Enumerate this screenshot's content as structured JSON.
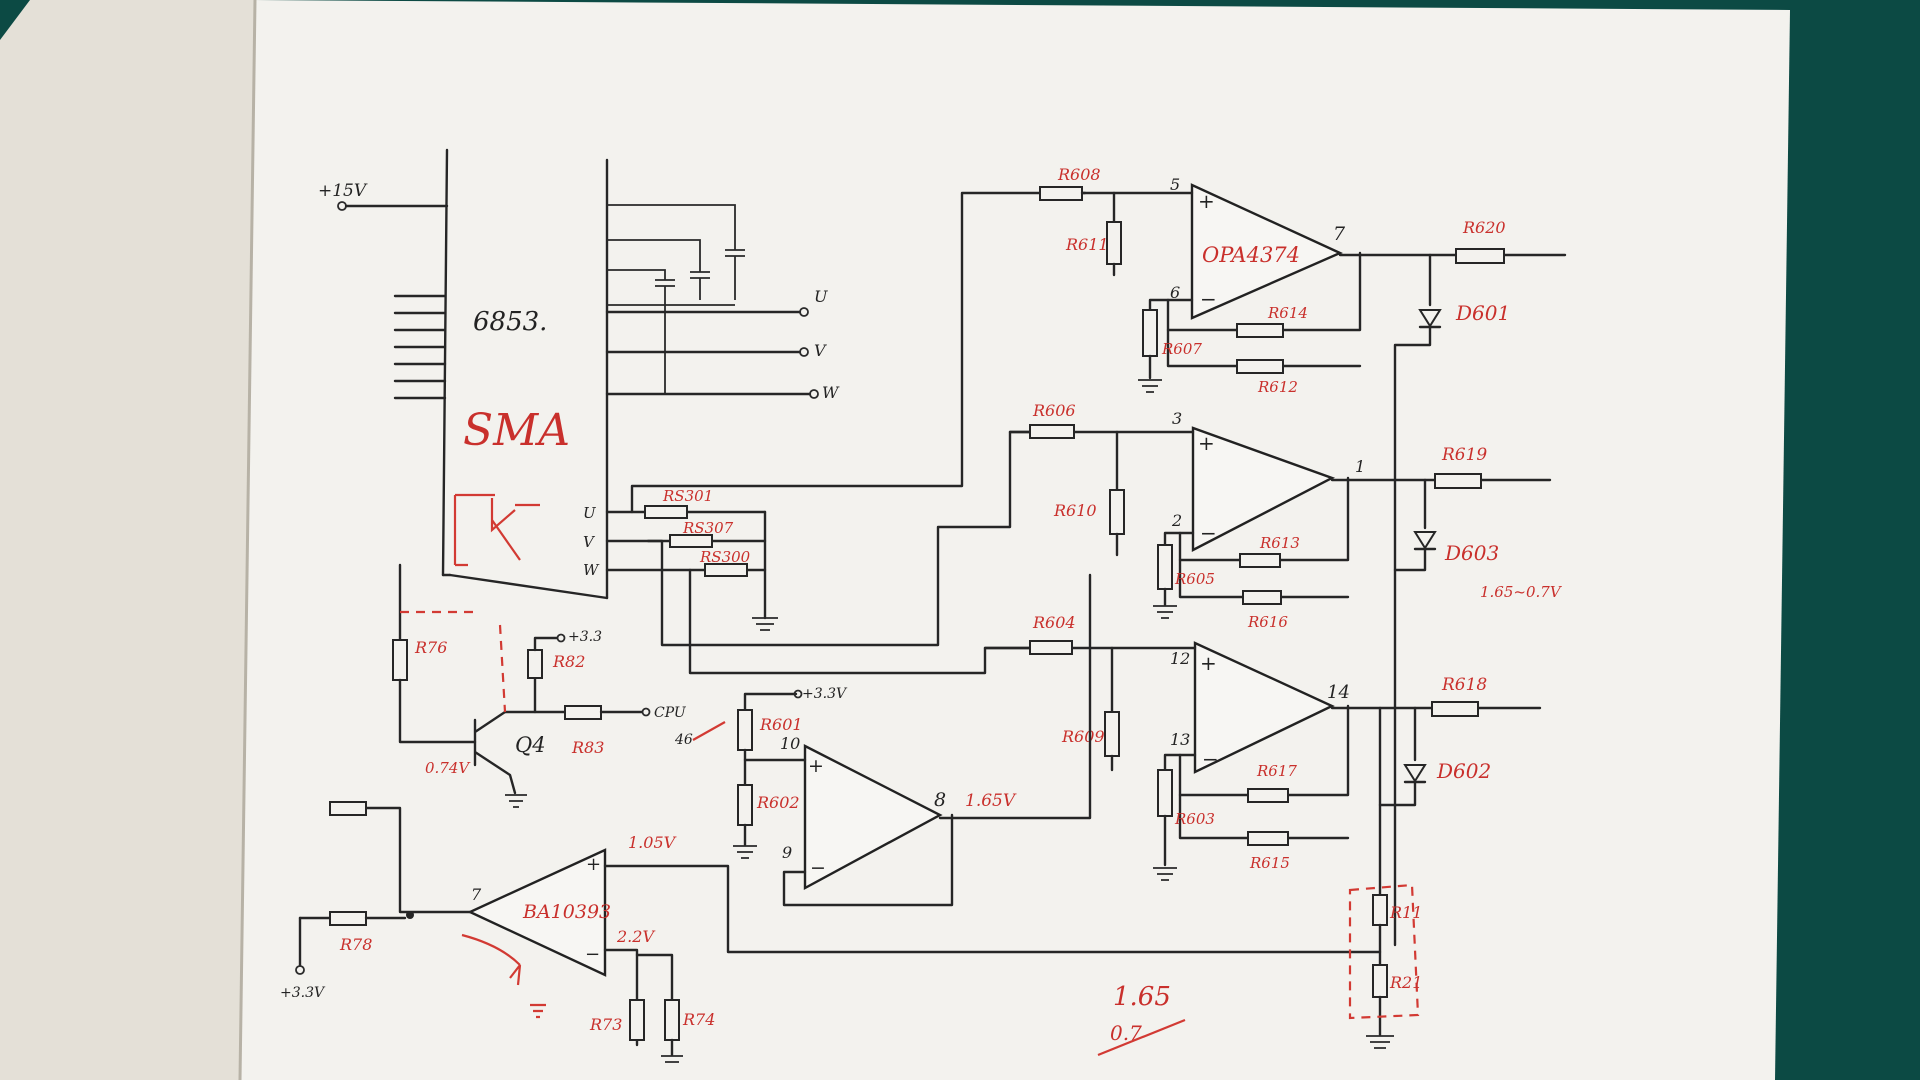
{
  "title": "",
  "module": {
    "part": "6853.",
    "series": "SMA",
    "outputs": [
      "U",
      "V",
      "W"
    ],
    "rail": "+15V"
  },
  "phase_outputs": [
    "U",
    "V",
    "W"
  ],
  "colors": {
    "ink": "#262626",
    "annotation": "#c9302c",
    "paper": "#f3f2ee",
    "background": "#0c4a44"
  },
  "labels": {
    "r608": "R608",
    "r611": "R611",
    "r614": "R614",
    "r607": "R607",
    "r612": "R612",
    "r620": "R620",
    "d601": "D601",
    "r606": "R606",
    "r610": "R610",
    "r613": "R613",
    "r605": "R605",
    "r616": "R616",
    "r619": "R619",
    "d603": "D603",
    "note_165": "1.65~0.7V",
    "r604": "R604",
    "r609": "R609",
    "r617": "R617",
    "r603": "R603",
    "r615": "R615",
    "r618": "R618",
    "d602": "D602",
    "opa": "OPA4374",
    "rs301": "RS301",
    "rs307": "RS307",
    "rs300": "RS300",
    "r76": "R76",
    "r82": "R82",
    "r83": "R83",
    "q4": "Q4",
    "v074": "0.74V",
    "p33a": "+3.3",
    "cpu": "CPU",
    "pin46": "46",
    "r601": "R601",
    "r602": "R602",
    "p33b": "+3.3V",
    "v165out": "1.65V",
    "ba": "BA10393",
    "v105": "1.05V",
    "v22": "2.2V",
    "r78": "R78",
    "p33c": "+3.3V",
    "r73": "R73",
    "r74": "R74",
    "r11": "R11",
    "r21": "R21",
    "bottom1": "1.65",
    "bottom2": "0.7"
  },
  "pins": {
    "p5": "5",
    "p6": "6",
    "p7": "7",
    "p3": "3",
    "p2": "2",
    "p1": "1",
    "p12": "12",
    "p13": "13",
    "p14": "14",
    "p10": "10",
    "p9": "9",
    "p8": "8",
    "pba": "7",
    "plus": "+",
    "minus": "−"
  }
}
